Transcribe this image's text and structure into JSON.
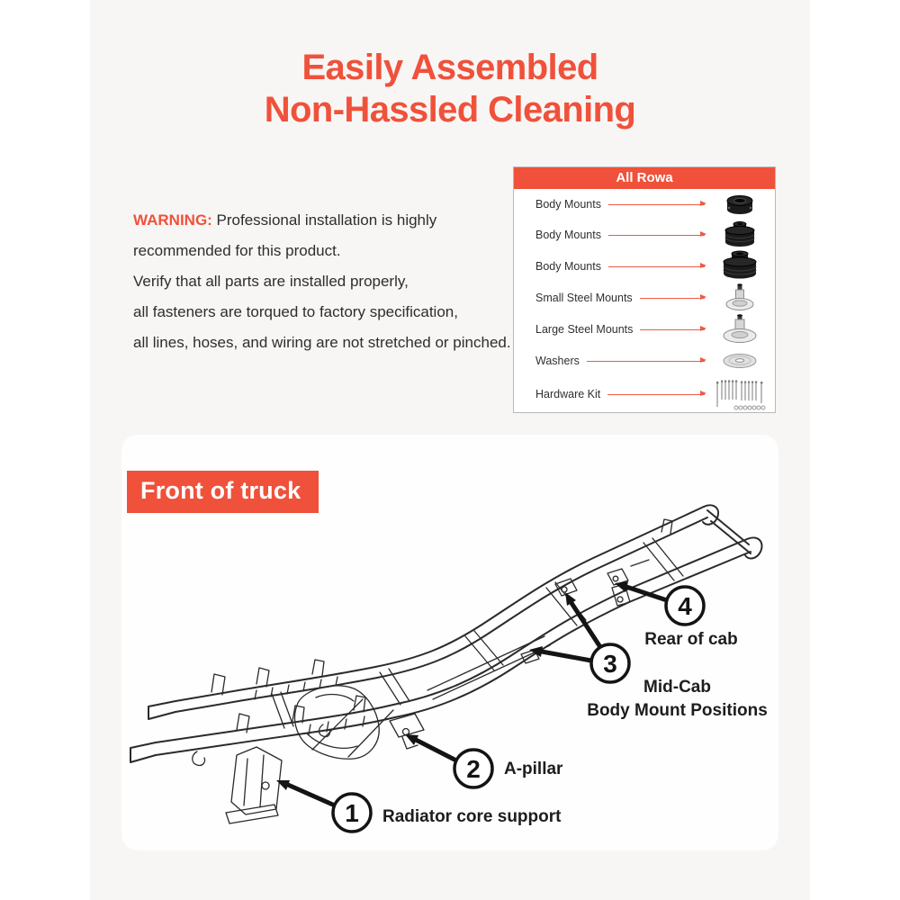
{
  "colors": {
    "accent": "#f0513b",
    "canvas_bg": "#f7f6f4",
    "panel_bg": "#fefefe",
    "text_dark": "#2e2e2e",
    "drawing_line": "#2b2b2b"
  },
  "title": {
    "line1": "Easily Assembled",
    "line2": "Non-Hassled Cleaning"
  },
  "warning": {
    "label": "WARNING:",
    "line1_rest": " Professional installation is highly",
    "lines": [
      "recommended for this product.",
      "Verify that all parts are installed properly,",
      "all fasteners are torqued to factory specification,",
      "all lines, hoses, and wiring are not stretched or pinched."
    ]
  },
  "parts_box": {
    "header": "All Rowa",
    "items": [
      {
        "label": "Body Mounts",
        "icon": "body-mount-short-icon"
      },
      {
        "label": "Body Mounts",
        "icon": "body-mount-medium-icon"
      },
      {
        "label": "Body Mounts",
        "icon": "body-mount-tall-icon"
      },
      {
        "label": "Small Steel Mounts",
        "icon": "small-steel-mount-icon"
      },
      {
        "label": "Large Steel Mounts",
        "icon": "large-steel-mount-icon"
      },
      {
        "label": "Washers",
        "icon": "washer-icon"
      },
      {
        "label": "Hardware Kit",
        "icon": "hardware-kit-icon"
      }
    ]
  },
  "diagram": {
    "badge": "Front of truck",
    "callouts": [
      {
        "num": "1",
        "label": "Radiator core support"
      },
      {
        "num": "2",
        "label": "A-pillar"
      },
      {
        "num": "3",
        "label_line1": "Mid-Cab",
        "label_line2": "Body Mount Positions"
      },
      {
        "num": "4",
        "label": "Rear of cab"
      }
    ]
  }
}
